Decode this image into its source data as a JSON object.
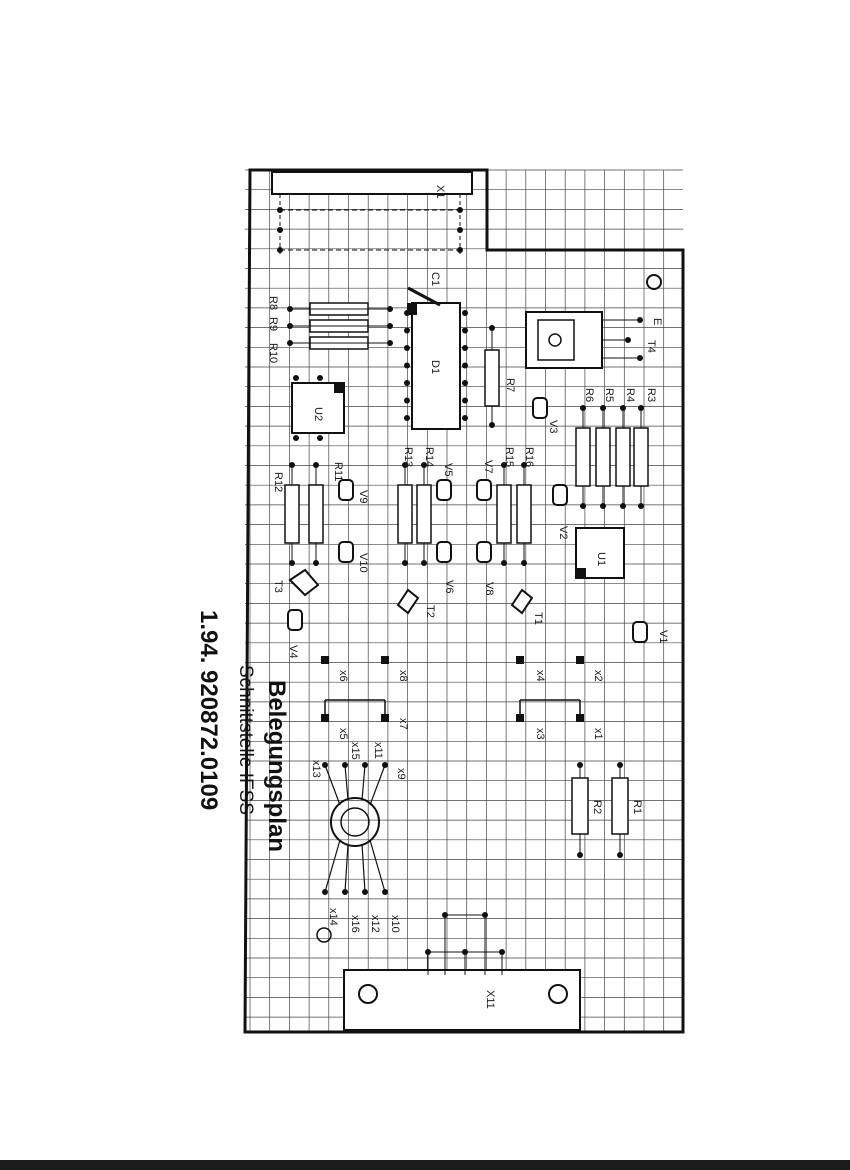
{
  "title": {
    "line1": "Belegungsplan",
    "line2": "Schnittstelle IFSS",
    "line3": "1.94. 920872.0109"
  },
  "components": {
    "connectors": [
      "X1",
      "X11"
    ],
    "resistors": [
      "R1",
      "R2",
      "R3",
      "R4",
      "R5",
      "R6",
      "R7",
      "R8",
      "R9",
      "R10",
      "R11",
      "R12",
      "R13",
      "R14",
      "R15",
      "R16"
    ],
    "ics": [
      "D1",
      "U1",
      "U2"
    ],
    "transistors": [
      "T1",
      "T2",
      "T3",
      "T4"
    ],
    "diodes": [
      "V1",
      "V2",
      "V3",
      "V4",
      "V5",
      "V6",
      "V7",
      "V8",
      "V9",
      "V10"
    ],
    "capacitors": [
      "C1"
    ],
    "pads": [
      "X1",
      "X2",
      "X3",
      "X4",
      "X5",
      "X6",
      "X7",
      "X8",
      "X9",
      "X10",
      "X11",
      "X12",
      "X13",
      "X14",
      "X15",
      "X16"
    ],
    "pin_marks": [
      "E"
    ]
  },
  "colors": {
    "ink": "#1a1a1a",
    "paper": "#ffffff"
  }
}
